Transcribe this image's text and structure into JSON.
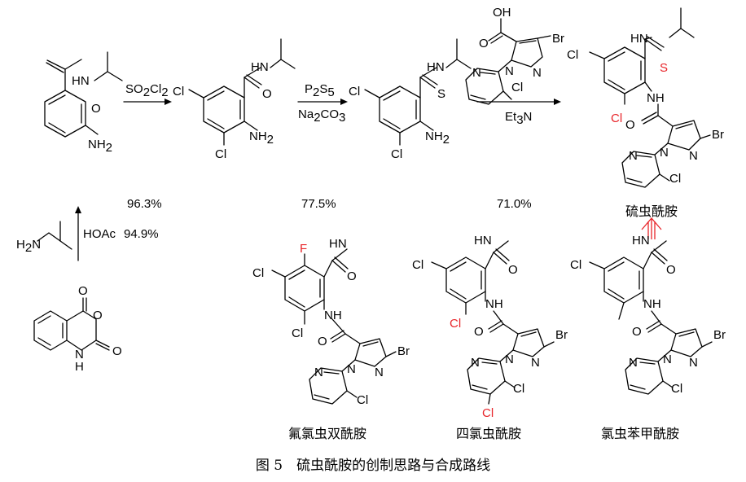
{
  "reagents": {
    "step1_label": "SO",
    "step1_sub1": "2",
    "step1_mid": "Cl",
    "step1_sub2": "2",
    "step2_top": "P",
    "step2_top_sub1": "2",
    "step2_top_mid": "S",
    "step2_top_sub2": "5",
    "step2_bottom": "Na",
    "step2_bottom_sub1": "2",
    "step2_bottom_mid": "CO",
    "step2_bottom_sub2": "3",
    "step3": "Et",
    "step3_sub": "3",
    "step3_end": "N",
    "step0": "HOAc"
  },
  "yields": {
    "step0": "94.9%",
    "step1": "96.3%",
    "step2": "77.5%",
    "step3": "71.0%"
  },
  "atoms": {
    "HN": "HN",
    "NH": "NH",
    "NH2": "NH",
    "sub2": "2",
    "H2N": "H",
    "O": "O",
    "Cl": "Cl",
    "S": "S",
    "F": "F",
    "Br": "Br",
    "N": "N",
    "OH": "OH",
    "H": "H"
  },
  "names": {
    "target": "硫虫酰胺",
    "ref1": "氟氯虫双酰胺",
    "ref2": "四氯虫酰胺",
    "ref3": "氯虫苯甲酰胺"
  },
  "caption": "图 5　硫虫酰胺的创制思路与合成路线",
  "colors": {
    "highlight": "#e8252a",
    "ink": "#000000"
  }
}
